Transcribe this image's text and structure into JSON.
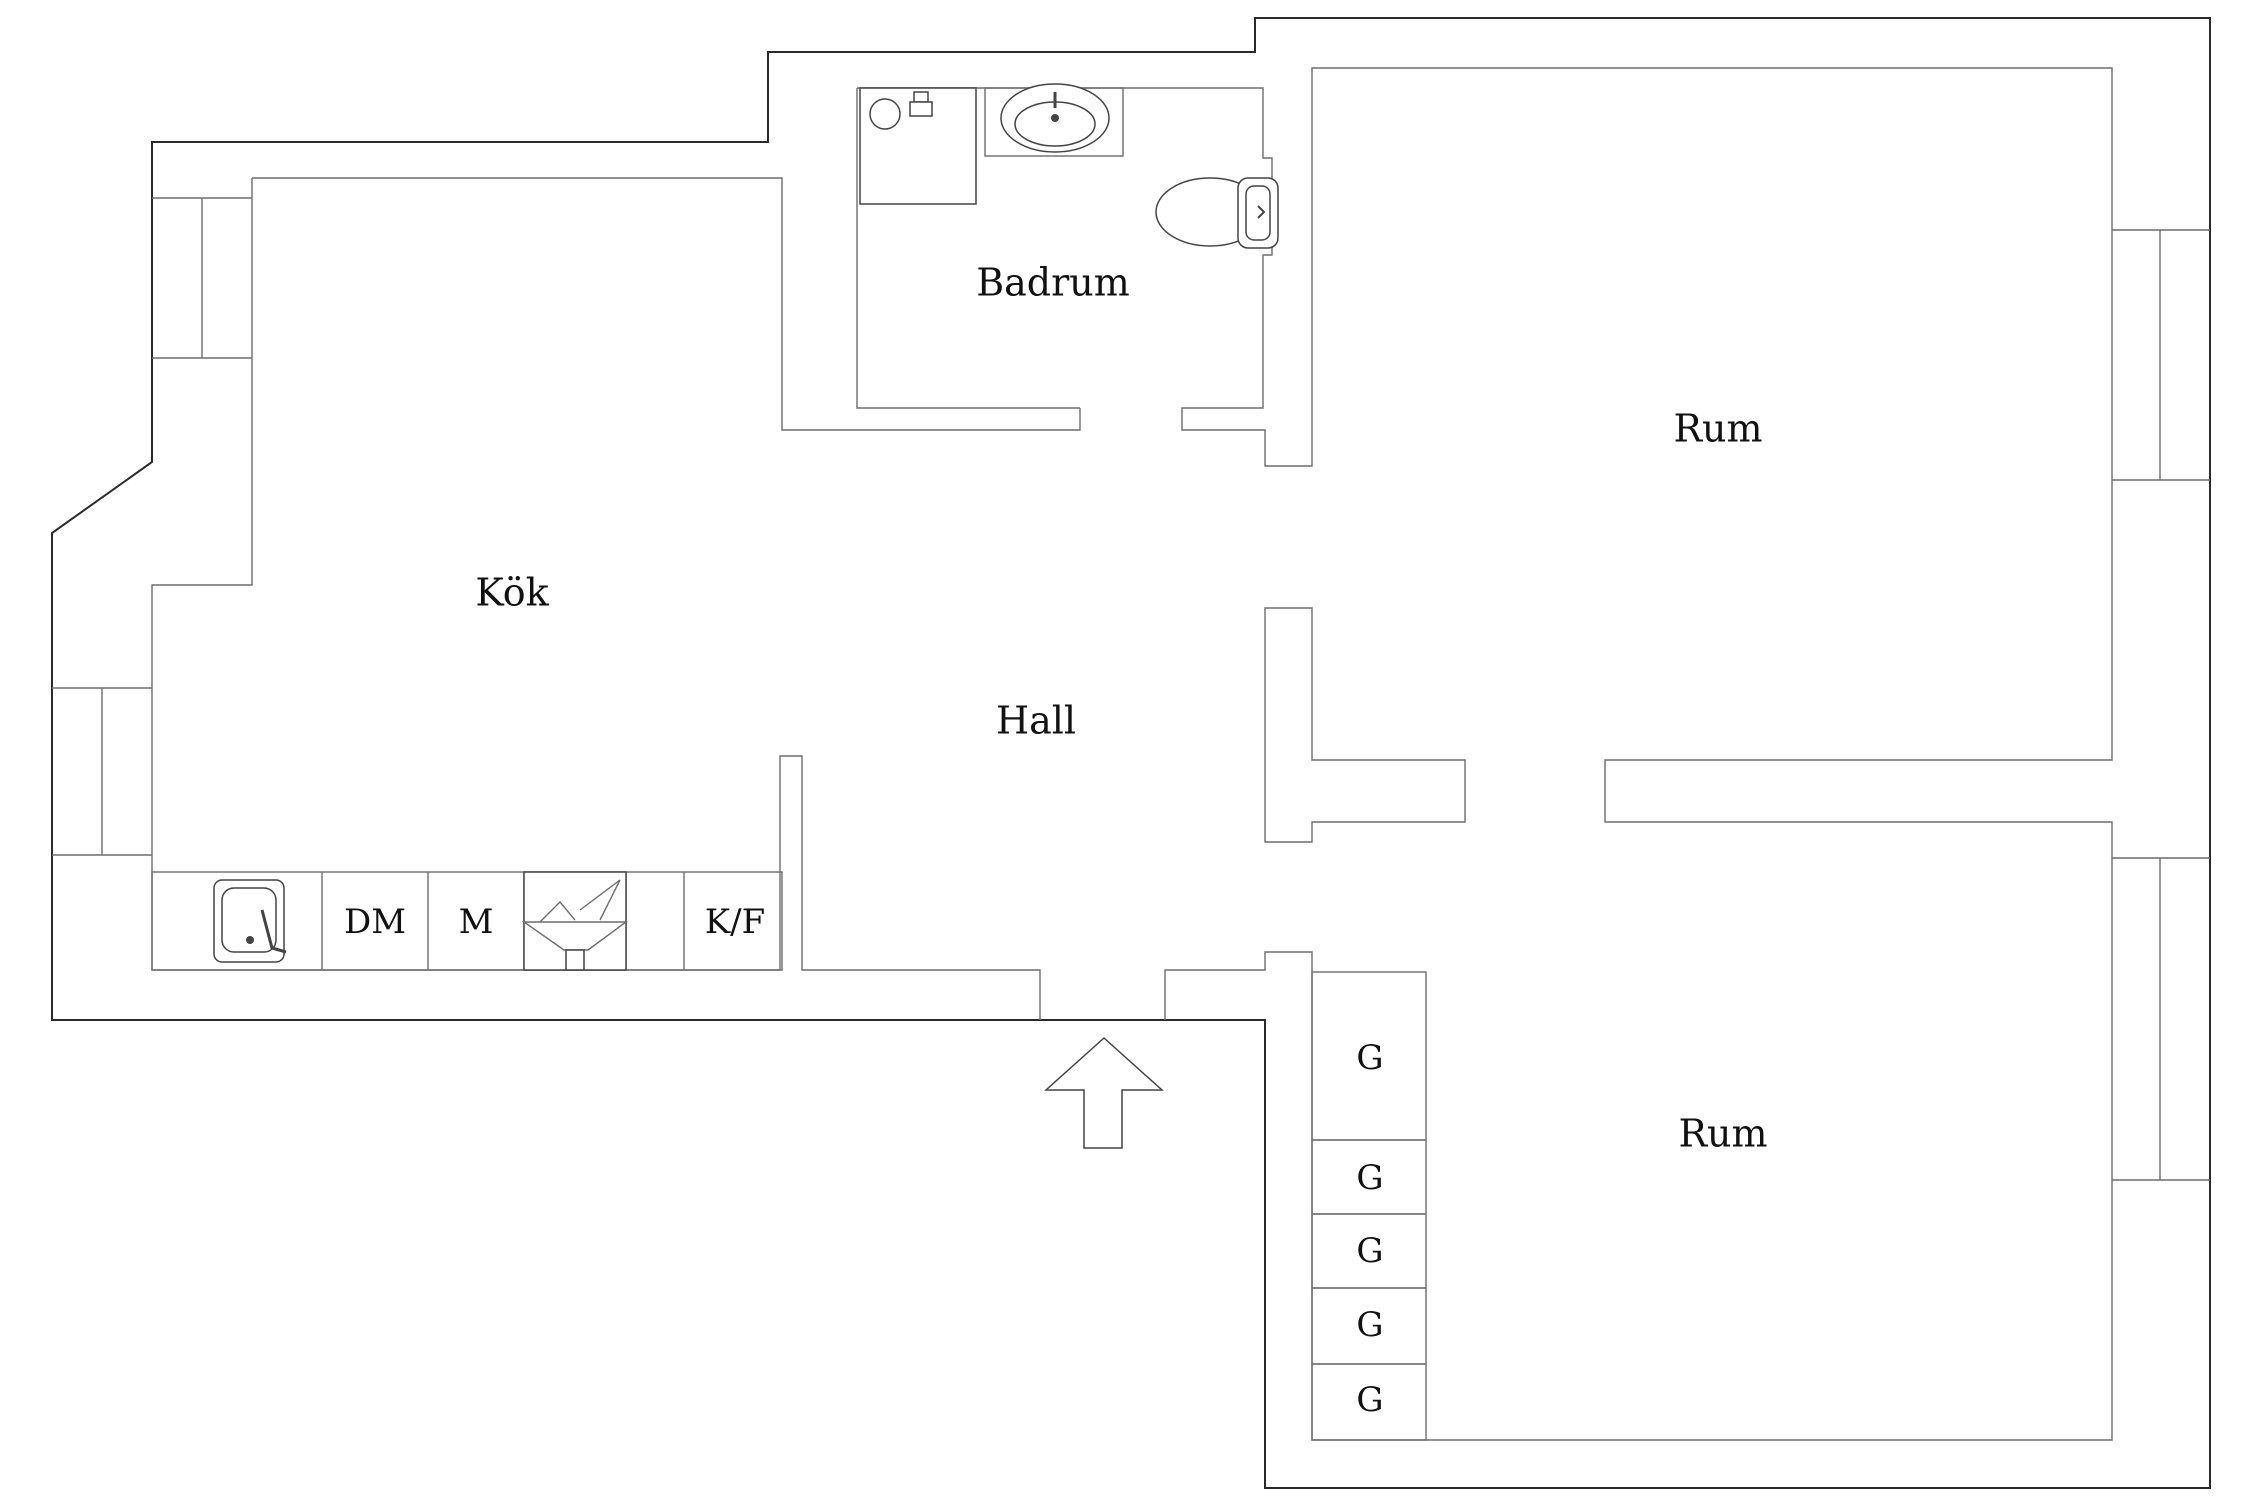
{
  "rooms": {
    "kitchen": "Kök",
    "bathroom": "Badrum",
    "hall": "Hall",
    "room_upper": "Rum",
    "room_lower": "Rum"
  },
  "appliances": {
    "dishwasher": "DM",
    "microwave": "M",
    "fridge_freezer": "K/F"
  },
  "wardrobes": [
    "G",
    "G",
    "G",
    "G",
    "G"
  ],
  "icons": {
    "entrance": "entrance-arrow-icon",
    "sink": "kitchen-sink-icon",
    "stove": "stove-hood-icon",
    "shower": "shower-icon",
    "basin": "wash-basin-icon",
    "toilet": "toilet-icon"
  }
}
